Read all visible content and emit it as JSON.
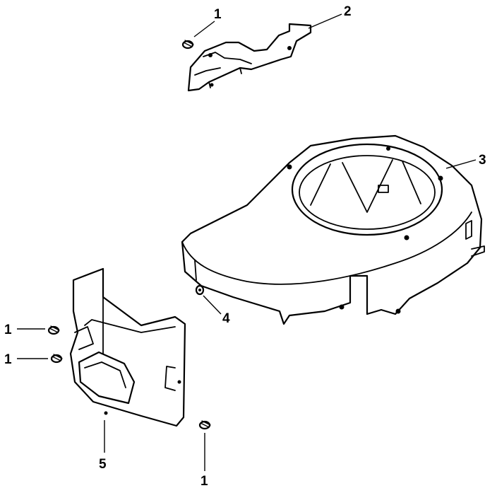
{
  "callouts": [
    {
      "id": "c1a",
      "text": "1"
    },
    {
      "id": "c2",
      "text": "2"
    },
    {
      "id": "c3",
      "text": "3"
    },
    {
      "id": "c4",
      "text": "4"
    },
    {
      "id": "c1b",
      "text": "1"
    },
    {
      "id": "c1c",
      "text": "1"
    },
    {
      "id": "c5",
      "text": "5"
    },
    {
      "id": "c1d",
      "text": "1"
    }
  ],
  "colors": {
    "line": "#000000",
    "background": "#ffffff"
  }
}
